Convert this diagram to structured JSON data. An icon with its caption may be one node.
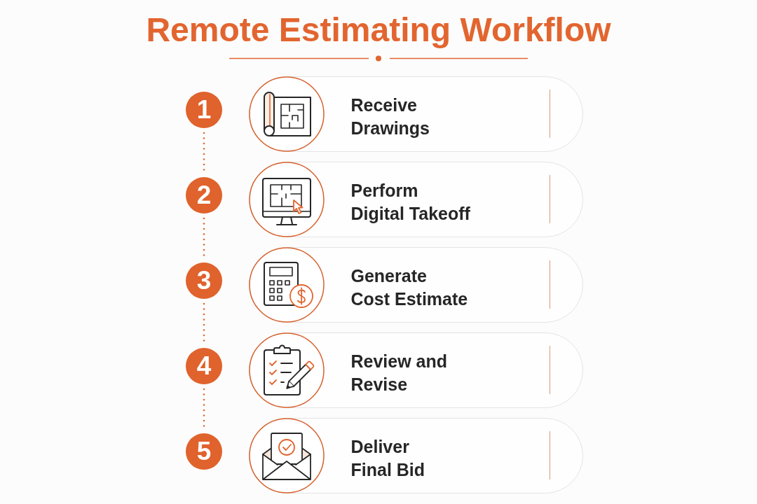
{
  "diagram": {
    "title": "Remote Estimating Workflow",
    "nodes": [
      {
        "text": [
          "1"
        ]
      },
      {
        "text": [
          "Receive Drawings"
        ]
      },
      {
        "text": [
          "2"
        ]
      },
      {
        "text": [
          "Perform Digital Takeoff"
        ]
      },
      {
        "text": [
          "3"
        ]
      },
      {
        "text": [
          "Generate Cost Estimate"
        ]
      },
      {
        "text": [
          "4"
        ]
      },
      {
        "text": [
          "Review and Revise"
        ]
      },
      {
        "text": [
          "5"
        ]
      },
      {
        "text": [
          "Deliver Final Bid"
        ]
      }
    ],
    "edges": [
      {
        "from": 0,
        "to": 2,
        "arrow": "none",
        "style": "dashed"
      },
      {
        "from": 2,
        "to": 4,
        "arrow": "none",
        "style": "dashed"
      },
      {
        "from": 4,
        "to": 6,
        "arrow": "none",
        "style": "dashed"
      },
      {
        "from": 6,
        "to": 8,
        "arrow": "none",
        "style": "dashed"
      }
    ]
  }
}
